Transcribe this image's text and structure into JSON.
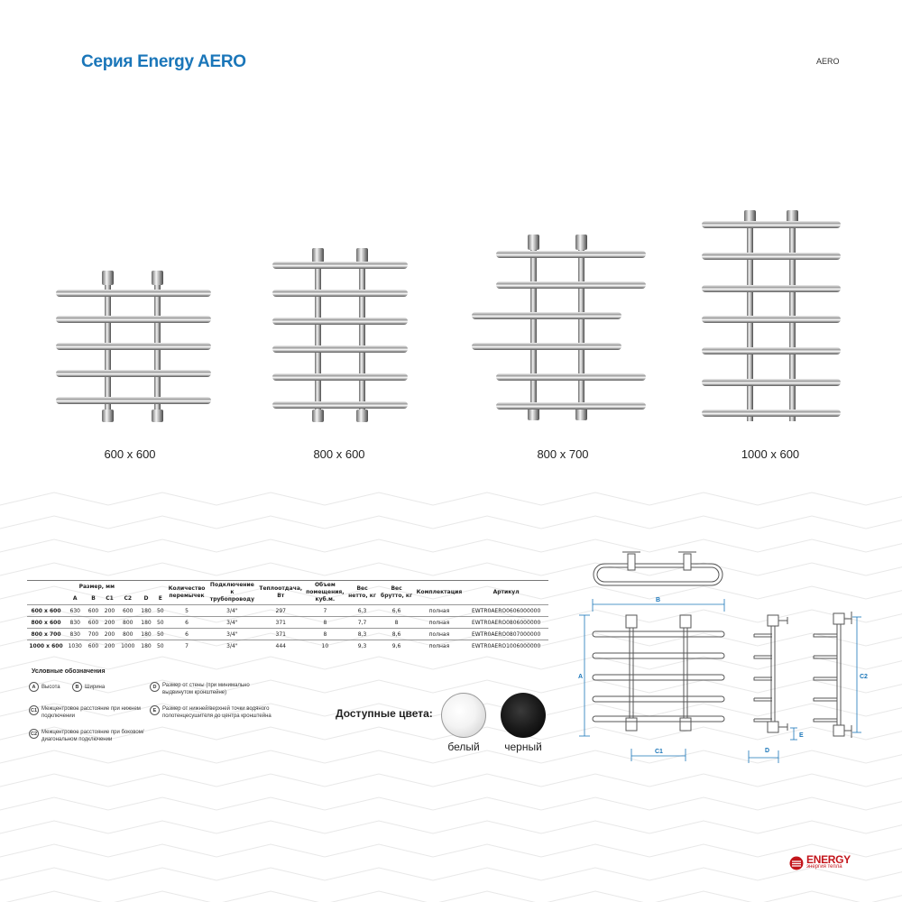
{
  "header": {
    "title": "Серия Energy AERO",
    "code": "AERO"
  },
  "products": [
    {
      "label": "600 x 600"
    },
    {
      "label": "800 x 600"
    },
    {
      "label": "800 x 700"
    },
    {
      "label": "1000 x 600"
    }
  ],
  "table": {
    "header_size": "Размер, мм",
    "dim_cols": [
      "A",
      "B",
      "C1",
      "C2",
      "D",
      "E"
    ],
    "cols": [
      "Количество перемычек",
      "Подключение к трубопроводу",
      "Теплоотдача, Вт",
      "Объем помещения, куб.м.",
      "Вес нетто, кг",
      "Вес брутто, кг",
      "Комплектация",
      "Артикул"
    ],
    "rows": [
      {
        "size": "600 x 600",
        "a": "630",
        "b": "600",
        "c1": "200",
        "c2": "600",
        "d": "180",
        "e": "50",
        "bars": "5",
        "conn": "3/4\"",
        "heat": "297",
        "vol": "7",
        "net": "6,3",
        "gross": "6,6",
        "kit": "полная",
        "sku": "EWTR0AERO0606000000"
      },
      {
        "size": "800 x 600",
        "a": "830",
        "b": "600",
        "c1": "200",
        "c2": "800",
        "d": "180",
        "e": "50",
        "bars": "6",
        "conn": "3/4\"",
        "heat": "371",
        "vol": "8",
        "net": "7,7",
        "gross": "8",
        "kit": "полная",
        "sku": "EWTR0AERO0806000000"
      },
      {
        "size": "800 x 700",
        "a": "830",
        "b": "700",
        "c1": "200",
        "c2": "800",
        "d": "180",
        "e": "50",
        "bars": "6",
        "conn": "3/4\"",
        "heat": "371",
        "vol": "8",
        "net": "8,3",
        "gross": "8,6",
        "kit": "полная",
        "sku": "EWTR0AERO0807000000"
      },
      {
        "size": "1000 x 600",
        "a": "1030",
        "b": "600",
        "c1": "200",
        "c2": "1000",
        "d": "180",
        "e": "50",
        "bars": "7",
        "conn": "3/4\"",
        "heat": "444",
        "vol": "10",
        "net": "9,3",
        "gross": "9,6",
        "kit": "полная",
        "sku": "EWTR0AERO1006000000"
      }
    ]
  },
  "legend": {
    "title": "Условные обозначения",
    "items": [
      {
        "key": "A",
        "text": "Высота"
      },
      {
        "key": "B",
        "text": "Ширина"
      },
      {
        "key": "C1",
        "text": "Межцентровое расстояние при нижнем подключении"
      },
      {
        "key": "C2",
        "text": "Межцентровое расстояние при боковом/диагональном подключении"
      },
      {
        "key": "D",
        "text": "Размер от стены (при минимально выдвинутом кронштейне)"
      },
      {
        "key": "E",
        "text": "Размер от нижней/верхней точки водяного полотенцесушителя до центра кронштейна"
      }
    ]
  },
  "colors": {
    "title": "Доступные цвета:",
    "white": "белый",
    "black": "черный"
  },
  "diagram": {
    "b": "B",
    "a": "A",
    "c1": "C1",
    "c2": "C2",
    "d": "D",
    "e": "E"
  },
  "logo": {
    "main": "ENERGY",
    "sub": "энергия тепла"
  },
  "accent": "#1a76b9",
  "brand_red": "#c3151b"
}
